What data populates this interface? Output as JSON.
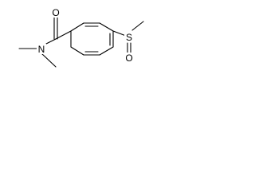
{
  "molecule": {
    "atoms": {
      "carbonyl_oxygen": "O",
      "amide_nitrogen": "N",
      "sulfur": "S",
      "sulfinyl_oxygen": "O"
    }
  },
  "colors": {
    "bond": "#000000",
    "label": "#000000",
    "background": "#ffffff"
  }
}
